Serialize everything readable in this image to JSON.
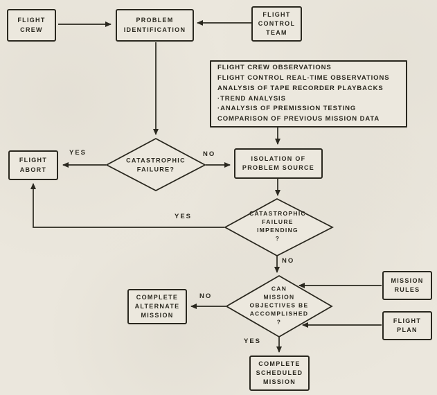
{
  "colors": {
    "paper": "#ebe7dd",
    "ink": "#2a281f"
  },
  "nodes": {
    "flight_crew": {
      "label": "FLIGHT\nCREW"
    },
    "problem_identification": {
      "label": "PROBLEM\nIDENTIFICATION"
    },
    "flight_control_team": {
      "label": "FLIGHT\nCONTROL\nTEAM"
    },
    "data_sources": {
      "label": "FLIGHT CREW OBSERVATIONS\nFLIGHT CONTROL REAL-TIME OBSERVATIONS\nANALYSIS OF TAPE RECORDER PLAYBACKS\n·TREND ANALYSIS\n·ANALYSIS OF PREMISSION TESTING\nCOMPARISON OF PREVIOUS MISSION DATA"
    },
    "flight_abort": {
      "label": "FLIGHT\nABORT"
    },
    "catastrophic_failure": {
      "label": "CATASTROPHIC\nFAILURE?"
    },
    "isolation_of_problem_source": {
      "label": "ISOLATION OF\nPROBLEM SOURCE"
    },
    "catastrophic_failure_impending": {
      "label": "CATASTROPHIC\nFAILURE\nIMPENDING\n?"
    },
    "can_mission_objectives_be_accomplished": {
      "label": "CAN\nMISSION\nOBJECTIVES BE\nACCOMPLISHED\n?"
    },
    "mission_rules": {
      "label": "MISSION\nRULES"
    },
    "flight_plan": {
      "label": "FLIGHT\nPLAN"
    },
    "complete_alternate_mission": {
      "label": "COMPLETE\nALTERNATE\nMISSION"
    },
    "complete_scheduled_mission": {
      "label": "COMPLETE\nSCHEDULED\nMISSION"
    }
  },
  "edge_labels": {
    "catastrophic_failure_yes": "YES",
    "catastrophic_failure_no": "NO",
    "impending_yes": "YES",
    "impending_no": "NO",
    "objectives_no": "NO",
    "objectives_yes": "YES"
  }
}
